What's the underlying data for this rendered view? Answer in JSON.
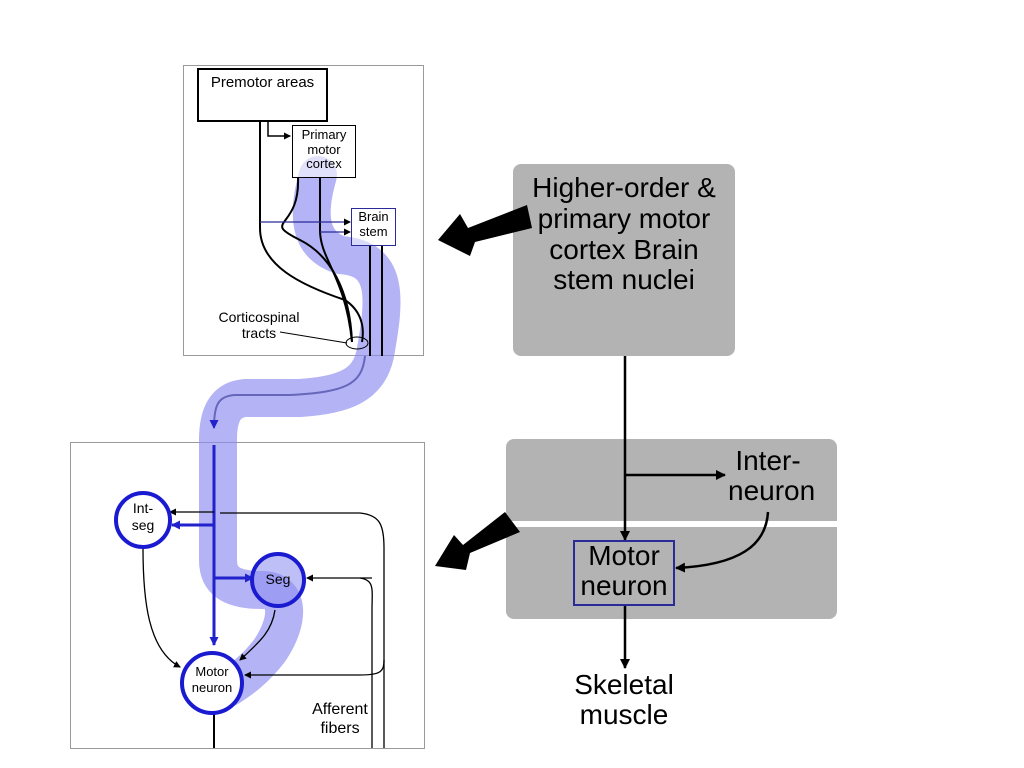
{
  "top_panel": {
    "premotor_label": "Premotor areas",
    "primary_motor_label": "Primary motor cortex",
    "brain_stem_label": "Brain stem",
    "corticospinal_label": "Corticospinal tracts"
  },
  "spinal_panel": {
    "interseg_label": "Int-seg",
    "seg_label": "Seg",
    "motor_neuron_label": "Motor neuron",
    "afferent_label": "Afferent fibers"
  },
  "schematic": {
    "higher_order_label": "Higher-order & primary motor cortex Brain stem nuclei",
    "interneuron_label": "Inter-neuron",
    "motor_neuron_label": "Motor neuron",
    "skeletal_muscle_label": "Skeletal muscle"
  },
  "colors": {
    "pathway_highlight": "#8a8af0",
    "pathway_line": "#2222cc",
    "box_gray": "#b3b3b3",
    "motor_box_border": "#2a2a99"
  }
}
